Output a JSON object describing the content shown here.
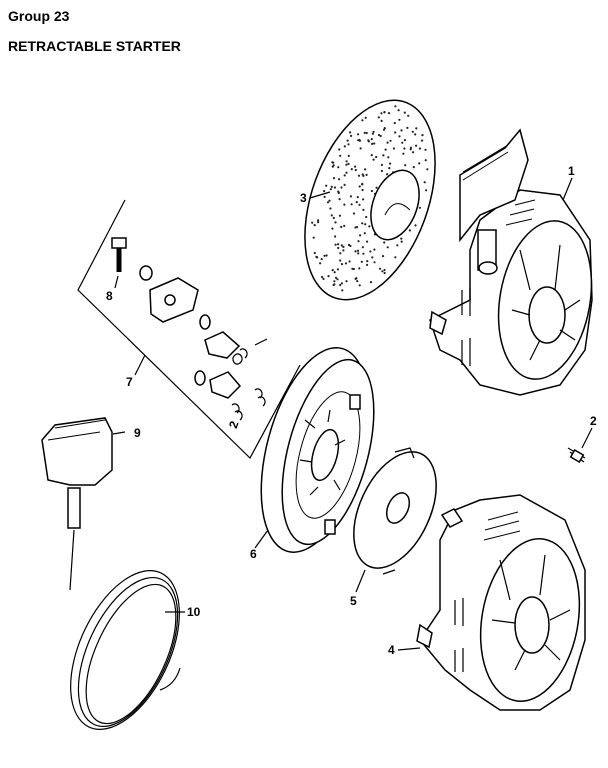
{
  "header": {
    "group": "Group 23",
    "title": "RETRACTABLE STARTER"
  },
  "callouts": [
    {
      "id": "c1",
      "text": "1"
    },
    {
      "id": "c2",
      "text": "2"
    },
    {
      "id": "c3",
      "text": "3"
    },
    {
      "id": "c4",
      "text": "4"
    },
    {
      "id": "c5",
      "text": "5"
    },
    {
      "id": "c6",
      "text": "6"
    },
    {
      "id": "c7",
      "text": "7"
    },
    {
      "id": "c8",
      "text": "8"
    },
    {
      "id": "c9",
      "text": "9"
    },
    {
      "id": "c10",
      "text": "10"
    },
    {
      "id": "c11",
      "text": "2"
    }
  ]
}
